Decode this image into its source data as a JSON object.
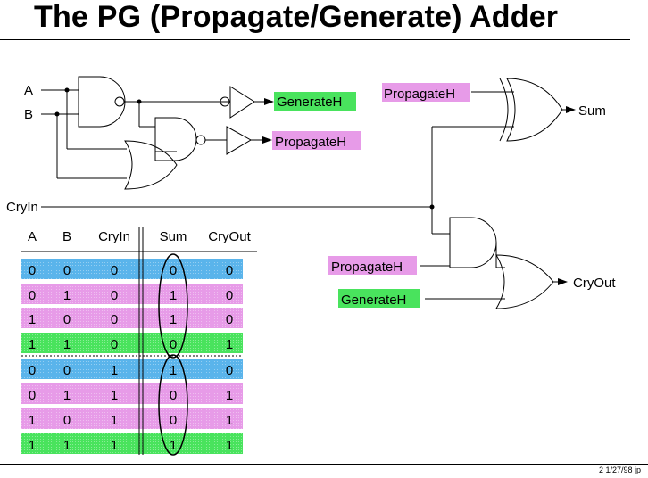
{
  "title": "The PG (Propagate/Generate) Adder",
  "footer": "2  1/27/98  jp",
  "colors": {
    "green": "#49e35d",
    "magenta": "#e79be8",
    "blue": "#5ab4eb"
  },
  "circuit": {
    "input_a": "A",
    "input_b": "B",
    "input_cin": "CryIn",
    "generate_out": "GenerateH",
    "propagate_out": "PropagateH",
    "propagate_in_sum": "PropagateH",
    "sum_out": "Sum",
    "propagate_in_carry": "PropagateH",
    "generate_in_carry": "GenerateH",
    "carry_out": "CryOut"
  },
  "truth_table": {
    "headers": [
      "A",
      "B",
      "CryIn",
      "Sum",
      "CryOut"
    ],
    "rows": [
      {
        "cells": [
          "0",
          "0",
          "0",
          "0",
          "0"
        ],
        "color": "blue"
      },
      {
        "cells": [
          "0",
          "1",
          "0",
          "1",
          "0"
        ],
        "color": "magenta"
      },
      {
        "cells": [
          "1",
          "0",
          "0",
          "1",
          "0"
        ],
        "color": "magenta"
      },
      {
        "cells": [
          "1",
          "1",
          "0",
          "0",
          "1"
        ],
        "color": "green"
      },
      {
        "cells": [
          "0",
          "0",
          "1",
          "1",
          "0"
        ],
        "color": "blue"
      },
      {
        "cells": [
          "0",
          "1",
          "1",
          "0",
          "1"
        ],
        "color": "magenta"
      },
      {
        "cells": [
          "1",
          "0",
          "1",
          "0",
          "1"
        ],
        "color": "magenta"
      },
      {
        "cells": [
          "1",
          "1",
          "1",
          "1",
          "1"
        ],
        "color": "green"
      }
    ]
  }
}
